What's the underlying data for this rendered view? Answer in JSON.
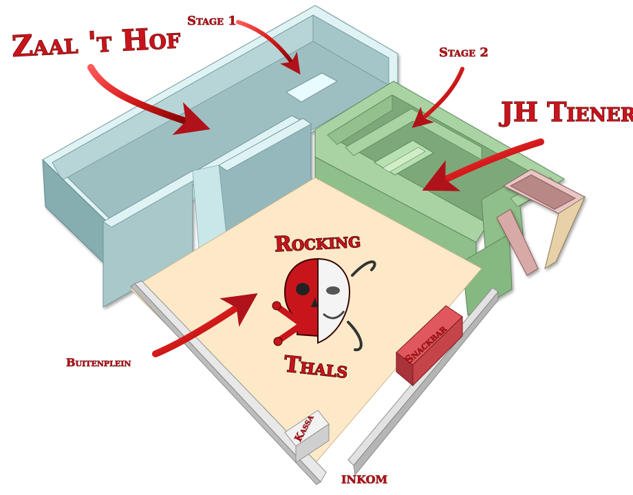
{
  "labels": {
    "zaal": "Zaal 't Hof",
    "stage1": "Stage 1",
    "stage2": "Stage 2",
    "jh_tiener": "JH Tiener",
    "buitenplein": "Buitenplein",
    "snackbar": "Snackbar",
    "kassa": "Kassa",
    "inkom": "INKOM"
  },
  "logo": {
    "top": "Rocking",
    "bottom": "Thals"
  },
  "colors": {
    "zaal_floor": "#9ebfc1",
    "zaal_wall_top": "#dff3f5",
    "zaal_wall_side": "#86aeb1",
    "jh_floor": "#7da97a",
    "jh_wall_top": "#a9d3a3",
    "courtyard": "#fde9c8",
    "pink_room": "#b88886",
    "snackbar": "#d84a50",
    "label_red": "#c8141b"
  }
}
